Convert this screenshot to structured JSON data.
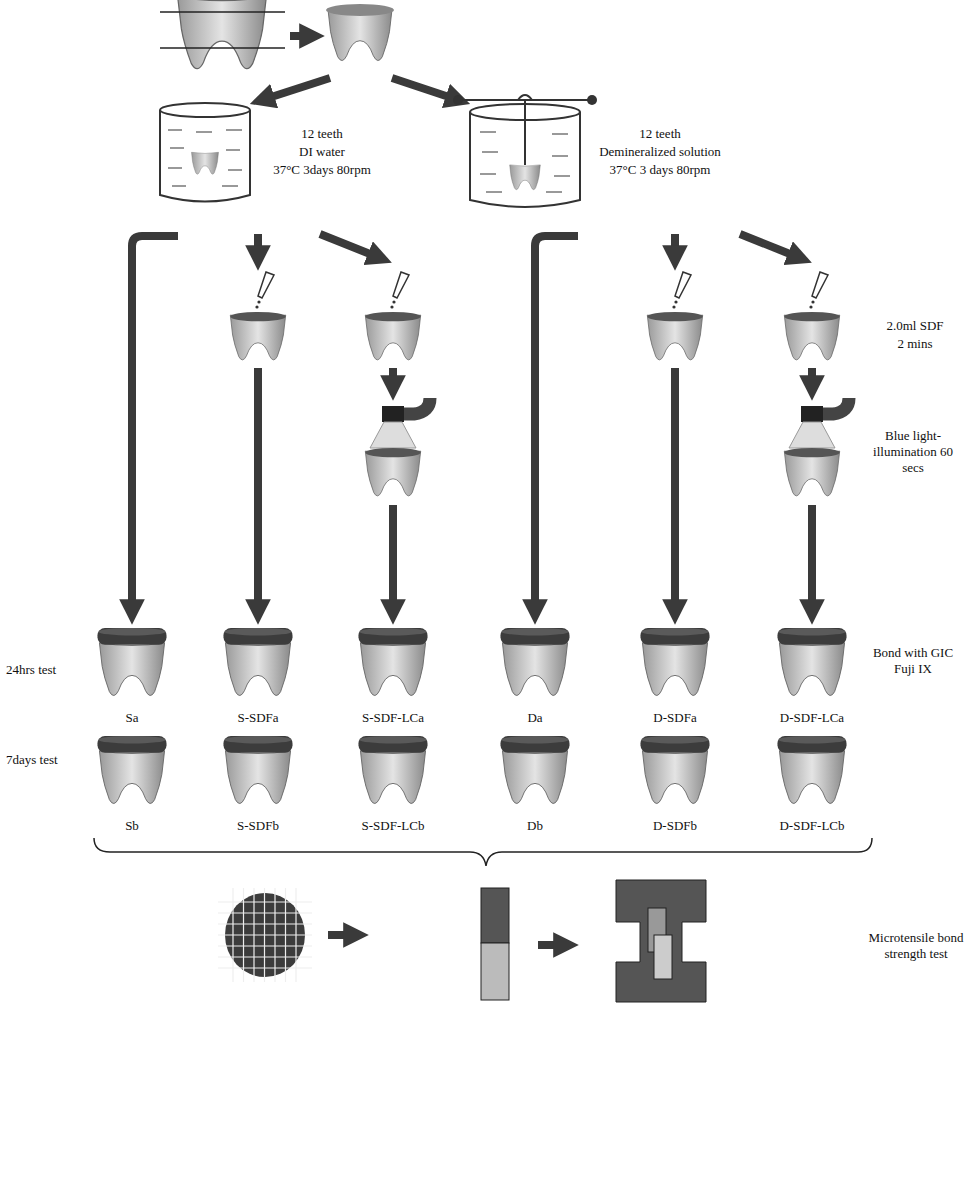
{
  "diagram": {
    "labels": [
      "12 teeth",
      "DI water",
      "37°C 3days 80rpm",
      "12 teeth",
      "Demineralized solution",
      "37°C 3 days 80rpm",
      "2.0ml SDF",
      "2 mins",
      "Blue light-illumination 60 secs",
      "Bond with GIC Fuji IX",
      "24hrs test",
      "7days test",
      "Sa",
      "S-SDFa",
      "S-SDF-LCa",
      "Da",
      "D-SDFa",
      "D-SDF-LCa",
      "Sb",
      "S-SDFb",
      "S-SDF-LCb",
      "Db",
      "D-SDFb",
      "D-SDF-LCb",
      "Microtensile bond strength test"
    ]
  }
}
